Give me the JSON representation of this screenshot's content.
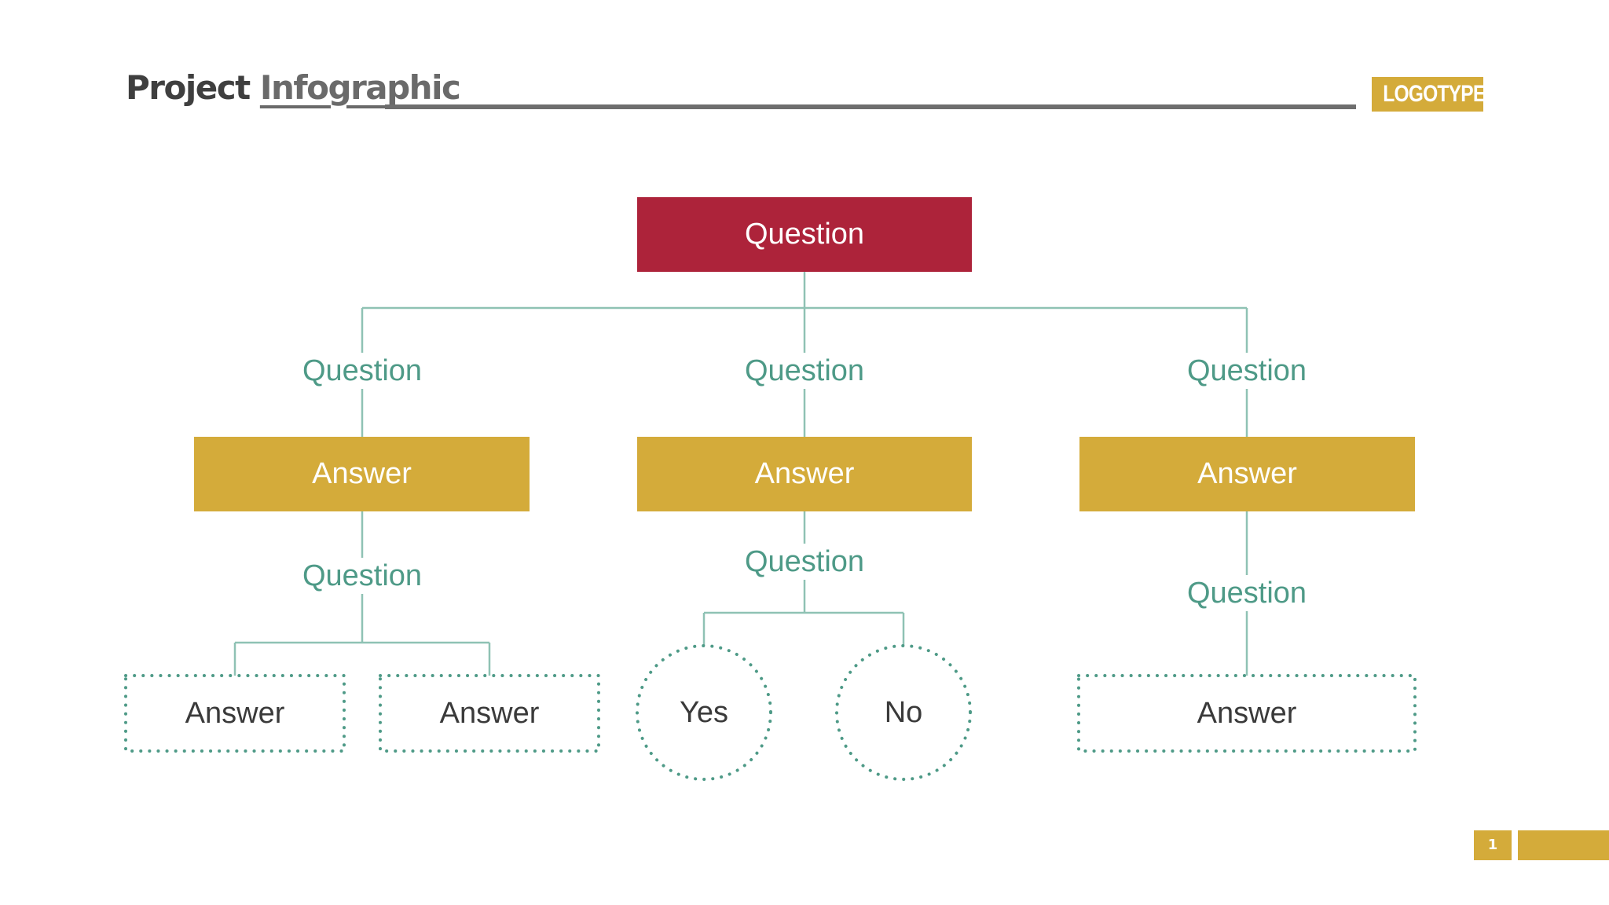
{
  "header": {
    "title_part1": "Project",
    "title_part2": "Infographic",
    "logo": "LOGOTYPE"
  },
  "diagram": {
    "root": "Question",
    "branches": [
      {
        "question": "Question",
        "answer": "Answer",
        "sub_question": "Question",
        "leaves": [
          "Answer",
          "Answer"
        ]
      },
      {
        "question": "Question",
        "answer": "Answer",
        "sub_question": "Question",
        "leaves": [
          "Yes",
          "No"
        ]
      },
      {
        "question": "Question",
        "answer": "Answer",
        "sub_question": "Question",
        "leaves": [
          "Answer"
        ]
      }
    ]
  },
  "footer": {
    "page_number": "1"
  },
  "colors": {
    "root_box": "#ad233a",
    "answer_box": "#d4ab3a",
    "connector": "#8fc2b4",
    "question_text": "#4e9a87",
    "dotted_border": "#4e9a87"
  }
}
